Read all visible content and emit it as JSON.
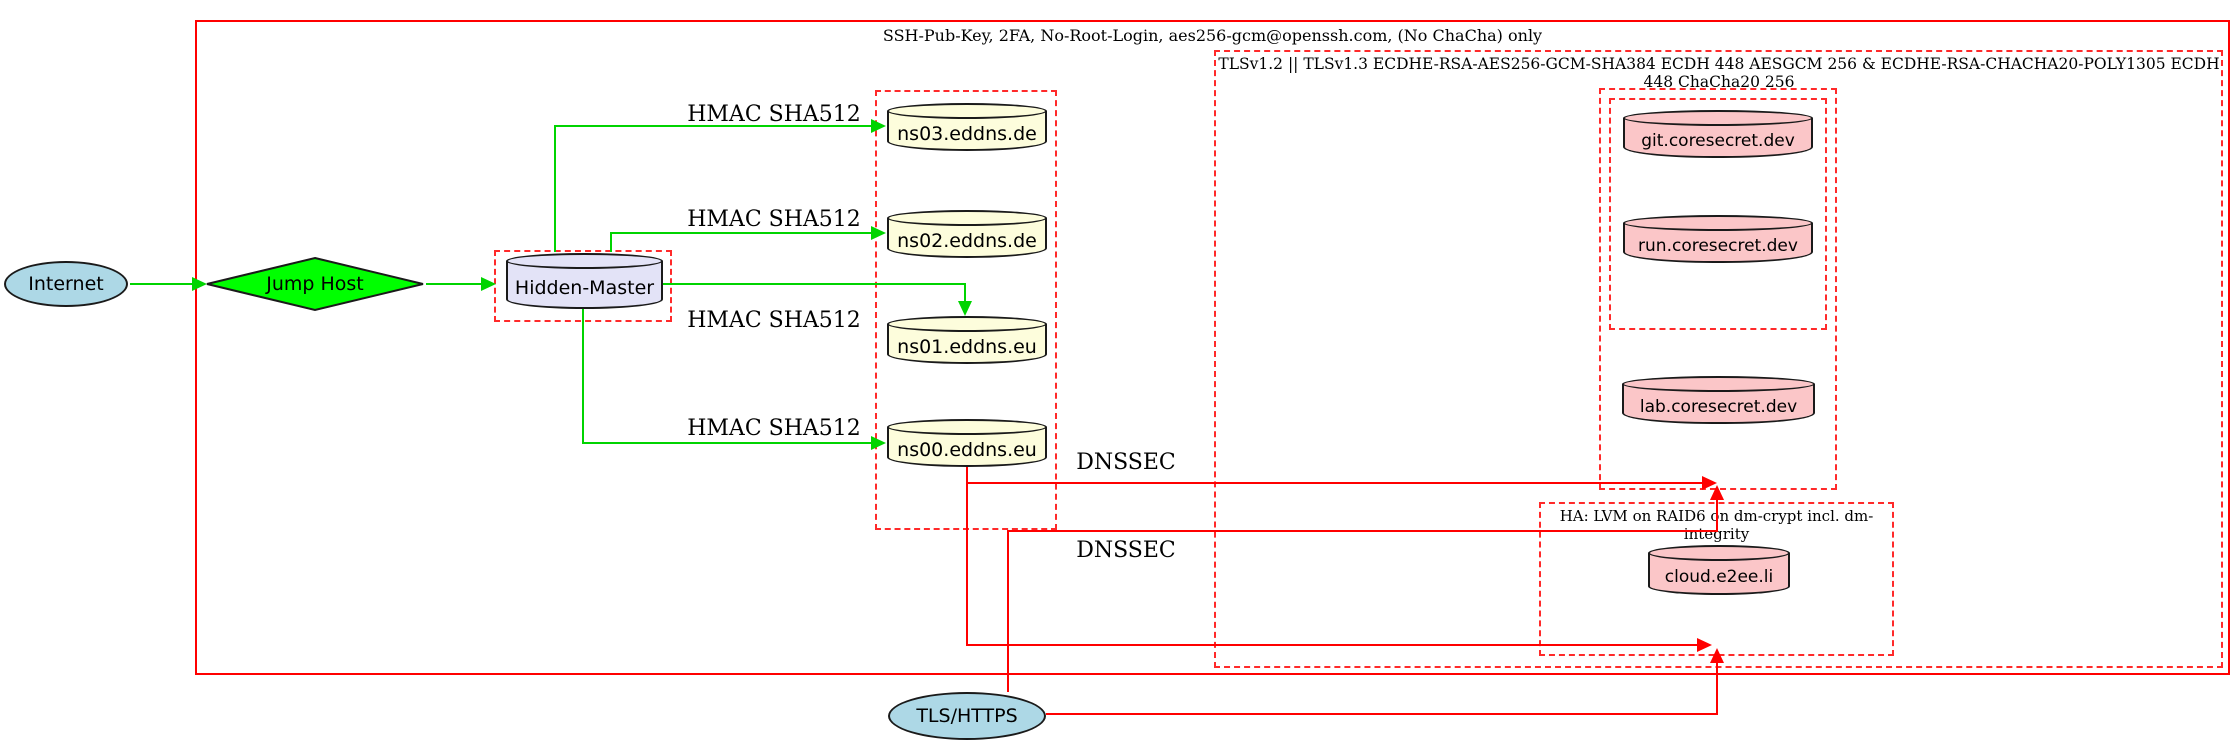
{
  "diagram": {
    "clusters": {
      "perimeter_label": "SSH-Pub-Key, 2FA, No-Root-Login, aes256-gcm@openssh.com, (No ChaCha) only",
      "tls_label": "TLSv1.2 || TLSv1.3 ECDHE-RSA-AES256-GCM-SHA384 ECDH 448 AESGCM 256 & ECDHE-RSA-CHACHA20-POLY1305 ECDH 448 ChaCha20 256",
      "ha_label": "HA: LVM on RAID6 on dm-crypt incl. dm-integrity"
    },
    "nodes": {
      "internet": "Internet",
      "jump_host": "Jump Host",
      "hidden_master": "Hidden-Master",
      "ns03": "ns03.eddns.de",
      "ns02": "ns02.eddns.de",
      "ns01": "ns01.eddns.eu",
      "ns00": "ns00.eddns.eu",
      "git": "git.coresecret.dev",
      "run": "run.coresecret.dev",
      "lab": "lab.coresecret.dev",
      "cloud": "cloud.e2ee.li",
      "tls_https": "TLS/HTTPS"
    },
    "edge_labels": {
      "hmac": "HMAC SHA512",
      "dnssec": "DNSSEC"
    },
    "colors": {
      "trusted_edge_green": "#00d400",
      "secure_edge_red": "#ff0000",
      "cluster_border_red": "#ff2a2a",
      "internet_fill": "#add8e6",
      "hidden_master_fill": "#e3e3f7",
      "nameserver_fill": "#fdfddc",
      "service_fill": "#fbc6c8",
      "jump_host_fill": "#00ff00"
    }
  }
}
